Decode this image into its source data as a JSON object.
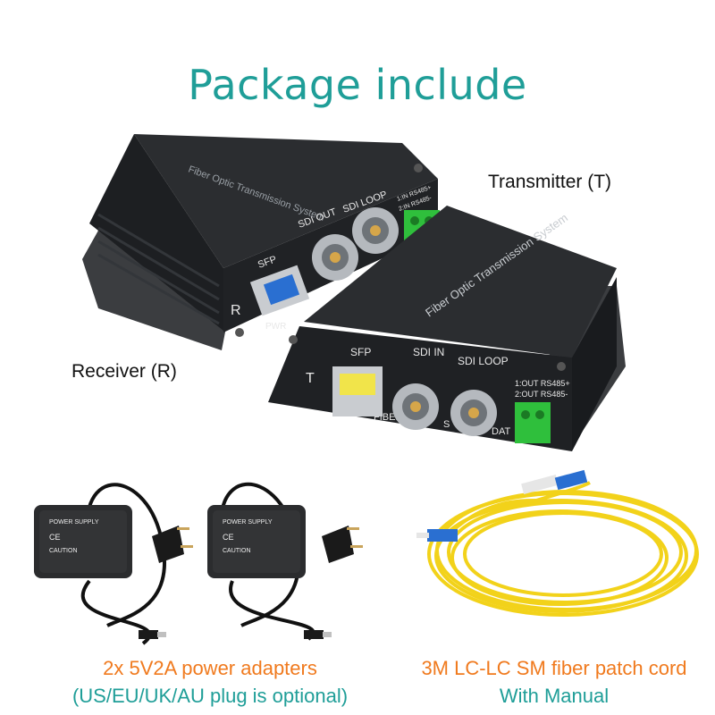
{
  "title": "Package include",
  "labels": {
    "transmitter": "Transmitter (T)",
    "receiver": "Receiver (R)"
  },
  "receiver_device": {
    "side_text": "Fiber Optic Transmission System",
    "letter": "R",
    "ports": [
      "SFP",
      "SDI OUT",
      "SDI LOOP"
    ],
    "terminal_labels": [
      "1:IN RS485+",
      "2:IN RS485-"
    ],
    "bottom_text": "PWR"
  },
  "transmitter_device": {
    "top_text": "Fiber Optic Transmission System",
    "letter": "T",
    "ports": [
      "SFP",
      "SDI IN",
      "SDI LOOP"
    ],
    "terminal_labels": [
      "1:OUT RS485+",
      "2:OUT RS485-"
    ],
    "bottom_text": [
      "FIBER",
      "S",
      "DAT"
    ]
  },
  "adapter_label": {
    "line1": "POWER SUPPLY",
    "line2": "CE",
    "line3": "CAUTION"
  },
  "captions": {
    "adapters_line1": "2x 5V2A power adapters",
    "adapters_line2": "(US/EU/UK/AU plug is optional)",
    "cord_line1": "3M LC-LC SM fiber patch cord",
    "cord_line2": "With Manual"
  },
  "colors": {
    "title": "#1f9e98",
    "caption_orange": "#f07a1e",
    "cable_yellow": "#f2d21a",
    "connector_blue": "#2a6fd1",
    "terminal_green": "#2fbf3c"
  }
}
